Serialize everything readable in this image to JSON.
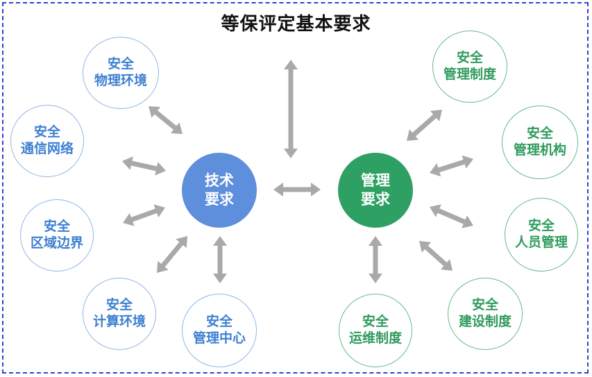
{
  "title": "等保评定基本要求",
  "colors": {
    "tech_hub": "#5e8fdc",
    "mgmt_hub": "#2fa063",
    "tech_ring": "#8fb6e6",
    "tech_text": "#3d7fd1",
    "mgmt_ring": "#64b88a",
    "mgmt_text": "#2f9b5d",
    "arrow": "#a9a9a9"
  },
  "hubs": {
    "tech": {
      "line1": "技术",
      "line2": "要求"
    },
    "mgmt": {
      "line1": "管理",
      "line2": "要求"
    }
  },
  "technical": [
    {
      "line1": "安全",
      "line2": "物理环境"
    },
    {
      "line1": "安全",
      "line2": "通信网络"
    },
    {
      "line1": "安全",
      "line2": "区域边界"
    },
    {
      "line1": "安全",
      "line2": "计算环境"
    },
    {
      "line1": "安全",
      "line2": "管理中心"
    }
  ],
  "management": [
    {
      "line1": "安全",
      "line2": "管理制度"
    },
    {
      "line1": "安全",
      "line2": "管理机构"
    },
    {
      "line1": "安全",
      "line2": "人员管理"
    },
    {
      "line1": "安全",
      "line2": "建设制度"
    },
    {
      "line1": "安全",
      "line2": "运维制度"
    }
  ]
}
